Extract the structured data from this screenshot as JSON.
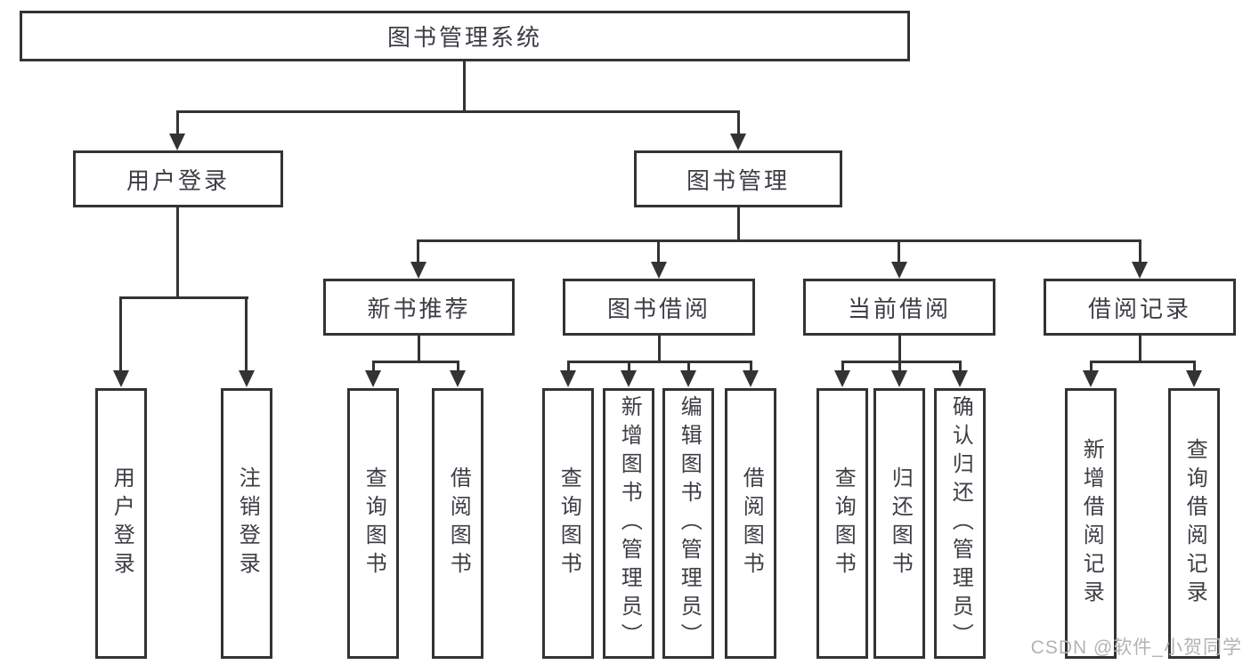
{
  "tree": {
    "root": "图书管理系统",
    "login": {
      "label": "用户登录",
      "children": [
        "用户登录",
        "注销登录"
      ]
    },
    "management": {
      "label": "图书管理",
      "groups": [
        {
          "label": "新书推荐",
          "children": [
            "查询图书",
            "借阅图书"
          ]
        },
        {
          "label": "图书借阅",
          "children": [
            "查询图书",
            "新增图书（管理员）",
            "编辑图书（管理员）",
            "借阅图书"
          ]
        },
        {
          "label": "当前借阅",
          "children": [
            "查询图书",
            "归还图书",
            "确认归还（管理员）"
          ]
        },
        {
          "label": "借阅记录",
          "children": [
            "新增借阅记录",
            "查询借阅记录"
          ]
        }
      ]
    }
  },
  "watermark": "CSDN @软件_小贺同学",
  "colors": {
    "line": "#333333",
    "text": "#3d3d44",
    "background": "#ffffff",
    "watermark": "#b3b3b3"
  }
}
